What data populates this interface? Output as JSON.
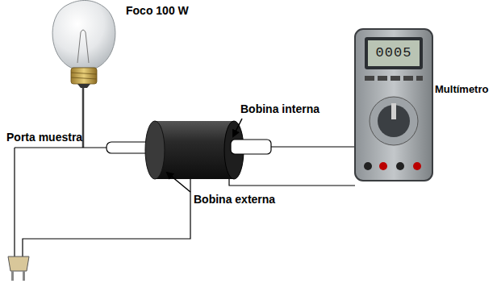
{
  "diagram": {
    "labels": [
      "Foco 100 W",
      "Multímetro",
      "Bobina interna",
      "Porta muestra",
      "Bobina externa",
      "0005"
    ]
  }
}
